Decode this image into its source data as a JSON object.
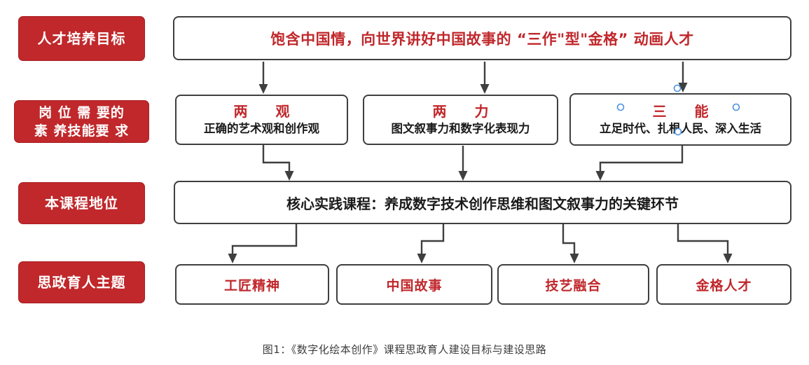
{
  "diagram": {
    "row_labels": {
      "talent_goal": "人才培养目标",
      "job_skills_line1": "岗 位 需 要的",
      "job_skills_line2": "素 养技能要 求",
      "course_position": "本课程地位",
      "ideology_theme": "思政育人主题"
    },
    "goal_box": {
      "text": "饱含中国情，向世界讲好中国故事的 “三作\"型\"金格” 动画人才"
    },
    "skill_boxes": [
      {
        "title": "两　　观",
        "subtitle": "正确的艺术观和创作观"
      },
      {
        "title": "两　　力",
        "subtitle": "图文叙事力和数字化表现力"
      },
      {
        "title": "三　　能",
        "subtitle": "立足时代、扎根人民、深入生活"
      }
    ],
    "position_box": {
      "text": "核心实践课程：养成数字技术创作思维和图文叙事力的关键环节"
    },
    "theme_boxes": [
      {
        "text": "工匠精神"
      },
      {
        "text": "中国故事"
      },
      {
        "text": "技艺融合"
      },
      {
        "text": "金格人才"
      }
    ],
    "caption": "图1：《数字化绘本创作》课程思政育人建设目标与建设思路"
  },
  "colors": {
    "red_fill": "#C0282B",
    "red_text": "#C0272B",
    "border_dark": "#3F3F3F",
    "body_text": "#1A1A1A",
    "handle_blue": "#4A90E2",
    "caption_gray": "#3D3D3D"
  }
}
